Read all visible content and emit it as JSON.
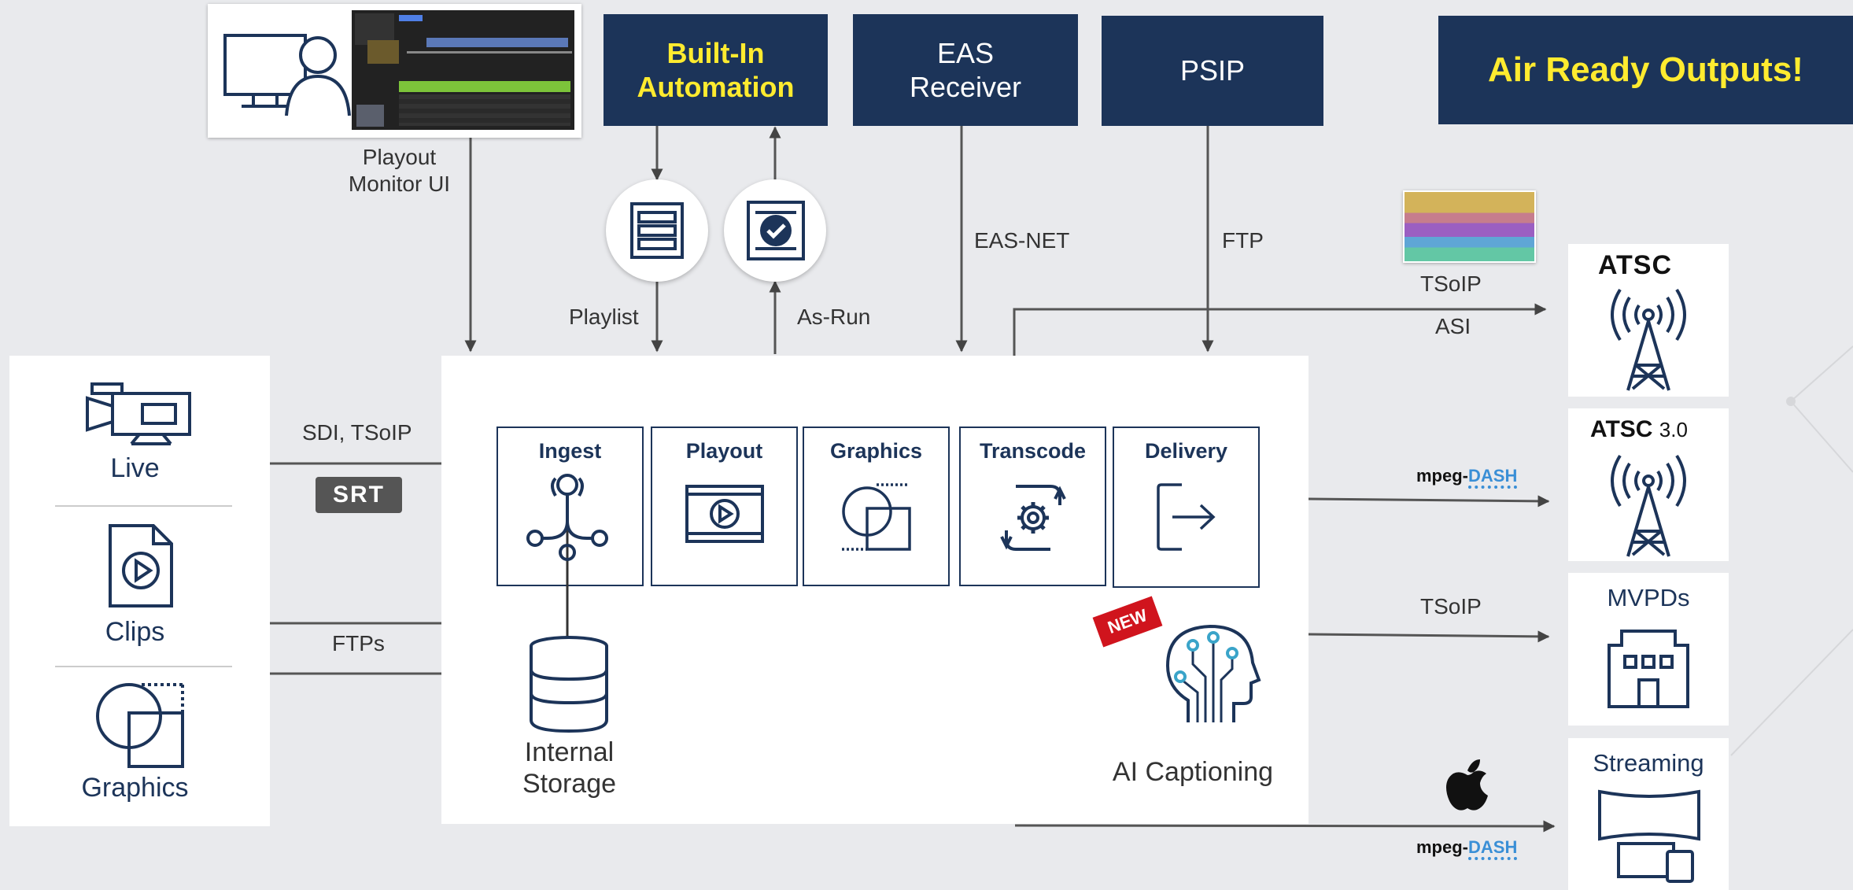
{
  "top_boxes": {
    "automation": "Built-In\nAutomation",
    "eas_receiver": "EAS\nReceiver",
    "psip": "PSIP",
    "air_ready": "Air Ready Outputs!"
  },
  "labels": {
    "playout_monitor": "Playout\nMonitor UI",
    "playlist": "Playlist",
    "as_run": "As-Run",
    "eas_net": "EAS-NET",
    "ftp": "FTP",
    "sdi_tsoip": "SDI, TSoIP",
    "srt": "SRT",
    "ftps": "FTPs",
    "tsoip_top": "TSoIP",
    "asi": "ASI",
    "tsoip_mvpd": "TSoIP",
    "internal_storage": "Internal\nStorage",
    "ai_captioning": "AI Captioning",
    "new_badge": "NEW"
  },
  "sources": [
    {
      "label": "Live",
      "icon": "video-camera-icon"
    },
    {
      "label": "Clips",
      "icon": "play-file-icon"
    },
    {
      "label": "Graphics",
      "icon": "overlap-squares-icon"
    }
  ],
  "modules": [
    {
      "title": "Ingest",
      "icon": "ingest-node-icon"
    },
    {
      "title": "Playout",
      "icon": "play-screen-icon"
    },
    {
      "title": "Graphics",
      "icon": "overlap-shapes-icon"
    },
    {
      "title": "Transcode",
      "icon": "gear-cycle-icon"
    },
    {
      "title": "Delivery",
      "icon": "exit-arrow-icon"
    }
  ],
  "outputs": [
    {
      "label": "ATSC",
      "icon": "broadcast-tower-icon"
    },
    {
      "label": "ATSC",
      "sub": "3.0",
      "icon": "broadcast-tower-icon"
    },
    {
      "label": "MVPDs",
      "icon": "building-icon"
    },
    {
      "label": "Streaming",
      "icon": "devices-icon"
    }
  ],
  "dash_logo": {
    "mpeg": "mpeg-",
    "dash": "DASH"
  },
  "colors": {
    "navy": "#1c3459",
    "yellow": "#ffeb2f",
    "background": "#e9eaed",
    "new_badge": "#d0141d"
  }
}
